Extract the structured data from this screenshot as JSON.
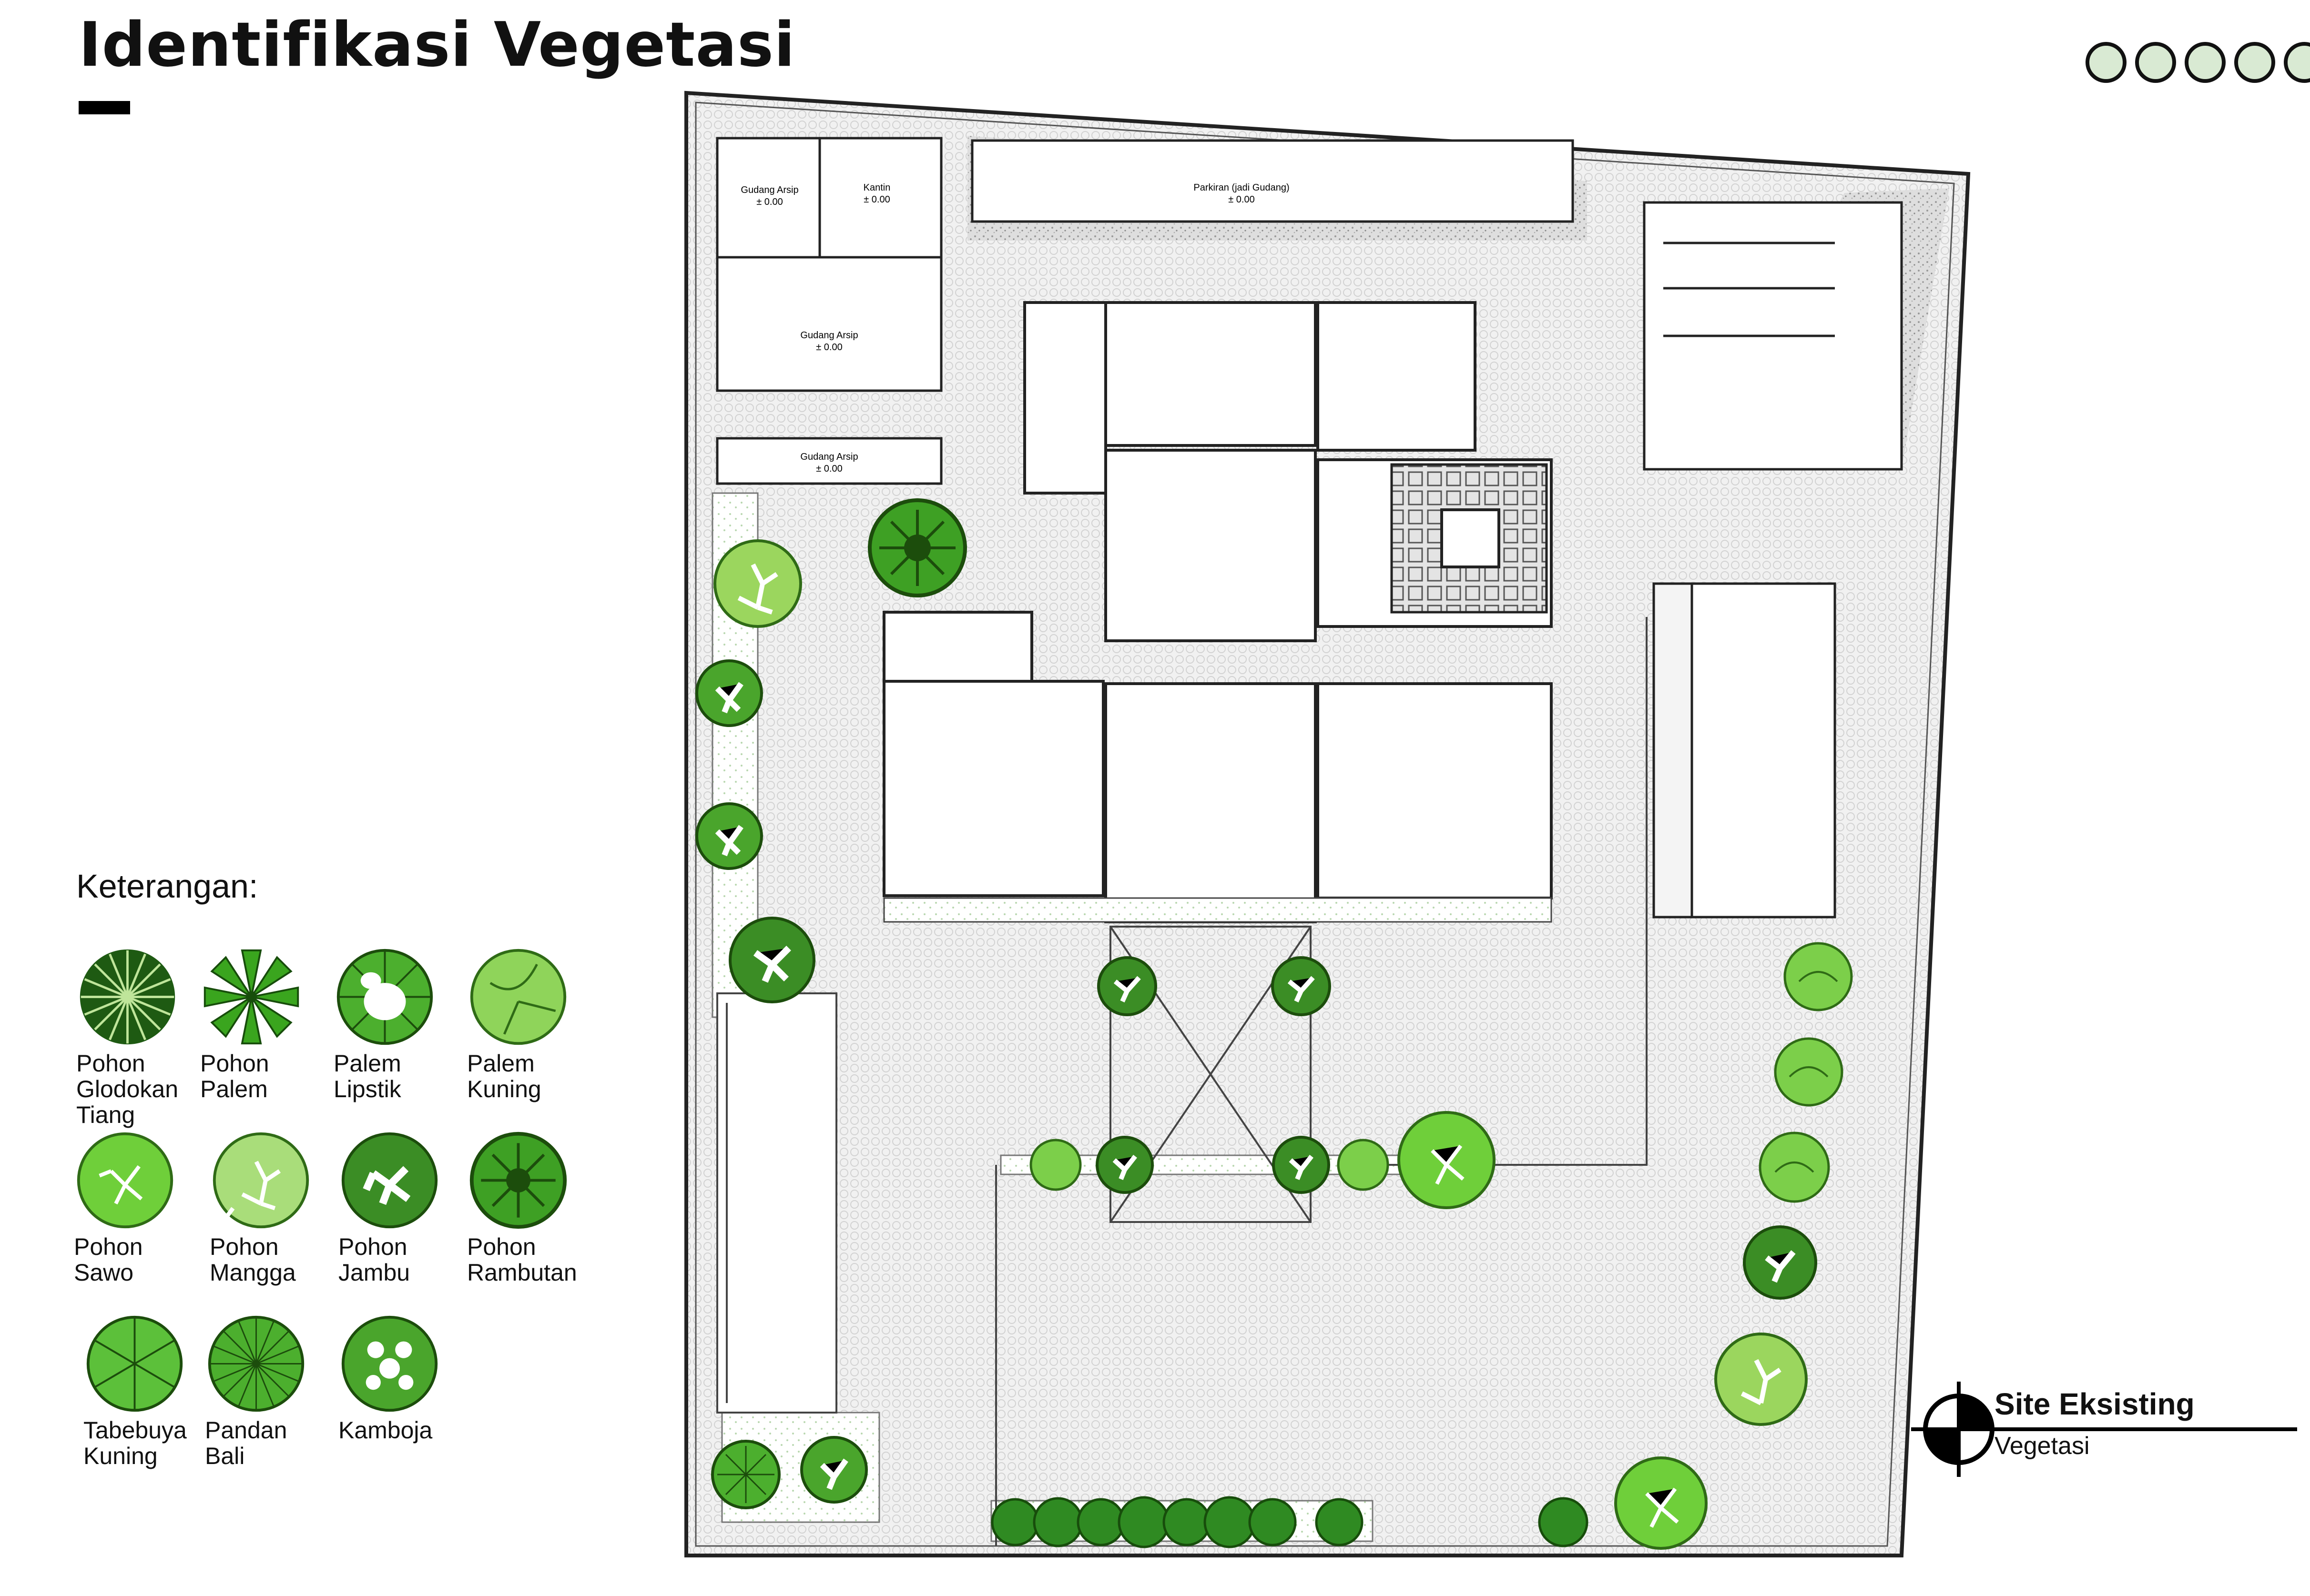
{
  "page": {
    "title": "Identifikasi Vegetasi",
    "legend_title": "Keterangan:",
    "site_title": "Site Eksisting",
    "site_subtitle": "Vegetasi"
  },
  "legend": [
    {
      "label": "Pohon\nGlodokan\nTiang",
      "icon": "glodokan-tree-icon"
    },
    {
      "label": "Pohon\nPalem",
      "icon": "palm-tree-icon"
    },
    {
      "label": "Palem\nLipstik",
      "icon": "lipstick-palm-icon"
    },
    {
      "label": "Palem\nKuning",
      "icon": "yellow-palm-icon"
    },
    {
      "label": "Pohon\nSawo",
      "icon": "sawo-tree-icon"
    },
    {
      "label": "Pohon\nMangga",
      "icon": "mango-tree-icon"
    },
    {
      "label": "Pohon\nJambu",
      "icon": "guava-tree-icon"
    },
    {
      "label": "Pohon\nRambutan",
      "icon": "rambutan-tree-icon"
    },
    {
      "label": "Tabebuya\nKuning",
      "icon": "tabebuya-tree-icon"
    },
    {
      "label": "Pandan\nBali",
      "icon": "pandan-bali-icon"
    },
    {
      "label": "Kamboja",
      "icon": "kamboja-tree-icon"
    }
  ],
  "rooms": {
    "gudang_arsip_1": "Gudang Arsip",
    "gudang_arsip_1_level": "± 0.00",
    "kantin": "Kantin",
    "kantin_level": "± 0.00",
    "parkiran": "Parkiran (jadi Gudang)",
    "parkiran_level": "± 0.00",
    "gudang_arsip_2": "Gudang Arsip",
    "gudang_arsip_2_level": "± 0.00",
    "gudang_arsip_3": "Gudang Arsip",
    "gudang_arsip_3_level": "± 0.00"
  },
  "colors": {
    "accent_green": "#6fbf3a",
    "dark_green": "#2f6b16",
    "light_green": "#a9dd7a",
    "pavement": "#efefef",
    "gravel": "#d6d6d6",
    "dot_fill": "#d9ead3"
  }
}
